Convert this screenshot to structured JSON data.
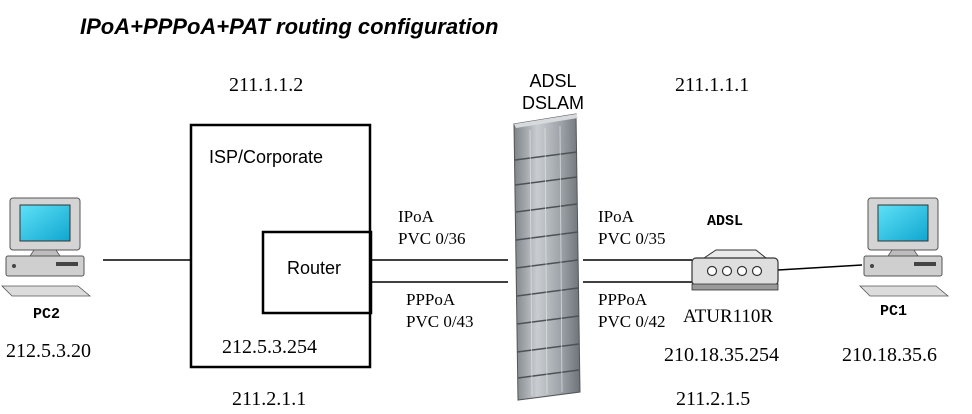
{
  "title": "IPoA+PPPoA+PAT routing configuration",
  "isp_box": {
    "label": "ISP/Corporate",
    "ip_top": "211.1.1.2",
    "ip_inner": "212.5.3.254",
    "ip_bottom": "211.2.1.1"
  },
  "router": {
    "label": "Router"
  },
  "dslam": {
    "line1": "ADSL",
    "line2": "DSLAM",
    "ip_top": "211.1.1.1",
    "ip_bottom": "211.2.1.5"
  },
  "links_left": {
    "ipoa_label": "IPoA",
    "ipoa_pvc": "PVC 0/36",
    "pppoa_label": "PPPoA",
    "pppoa_pvc": "PVC 0/43"
  },
  "links_right": {
    "ipoa_label": "IPoA",
    "ipoa_pvc": "PVC 0/35",
    "pppoa_label": "PPPoA",
    "pppoa_pvc": "PVC 0/42"
  },
  "modem": {
    "top_label": "ADSL",
    "name": "ATUR110R",
    "ip": "210.18.35.254"
  },
  "pc2": {
    "label": "PC2",
    "ip": "212.5.3.20"
  },
  "pc1": {
    "label": "PC1",
    "ip": "210.18.35.6"
  },
  "colors": {
    "line": "#000000",
    "screen": "#1fc8e8",
    "pc_body": "#d8d8d8",
    "dslam_body": "#aeb3b8"
  }
}
